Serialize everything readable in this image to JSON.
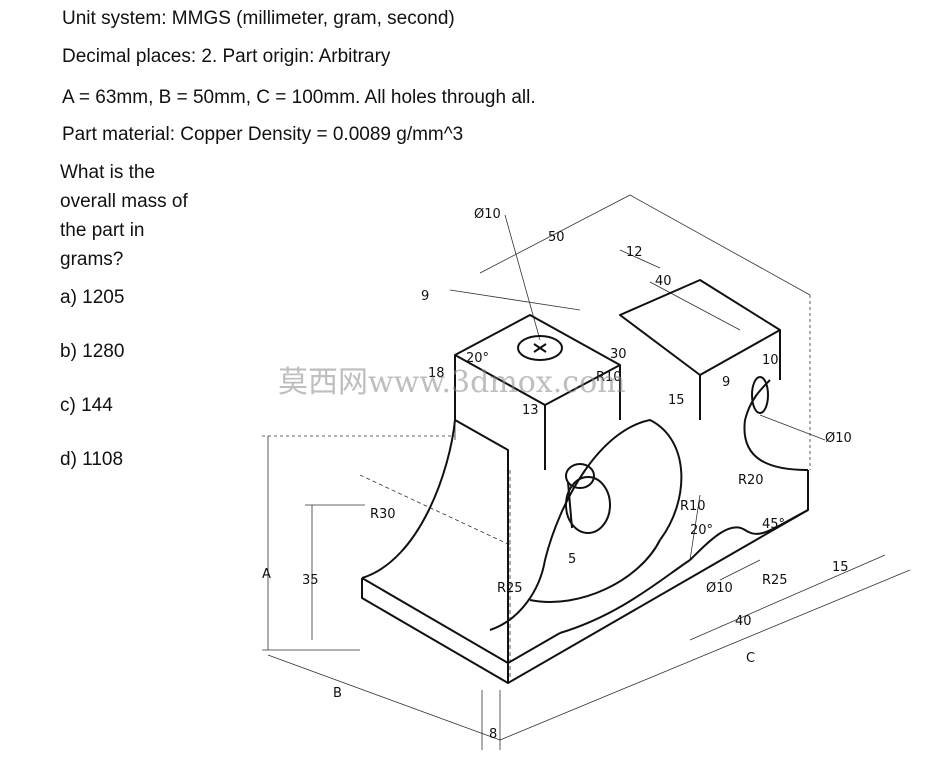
{
  "problem": {
    "unit_system": "Unit system: MMGS (millimeter, gram, second)",
    "decimals_origin": "Decimal places: 2.   Part origin: Arbitrary",
    "dimensions": "A = 63mm,  B = 50mm,  C = 100mm.   All holes through all.",
    "material": "Part material: Copper Density = 0.0089 g/mm^3",
    "question_lines": [
      "What is the",
      "overall mass of",
      "the part in",
      "grams?"
    ],
    "options": [
      "a) 1205",
      "b) 1280",
      "c) 144",
      "d) 1108"
    ]
  },
  "drawing": {
    "labels": {
      "d10_top": "Ø10",
      "d50": "50",
      "d12": "12",
      "d40_top": "40",
      "d9_left": "9",
      "d20deg_top": "20°",
      "d18": "18",
      "d30": "30",
      "dR10_mid": "R10",
      "d13": "13",
      "d15_mid": "15",
      "d10_right": "10",
      "d9_right": "9",
      "d10_hole_right": "Ø10",
      "dR20": "R20",
      "dR30": "R30",
      "dA": "A",
      "d35": "35",
      "dR10_low": "R10",
      "d20deg_low": "20°",
      "d45deg": "45°",
      "d5": "5",
      "dR25_left": "R25",
      "d10_low": "Ø10",
      "dR25_right": "R25",
      "d15_right": "15",
      "d40_low": "40",
      "dC": "C",
      "dB": "B",
      "d8": "8"
    },
    "watermark": "莫西网www.3dmox.com"
  }
}
